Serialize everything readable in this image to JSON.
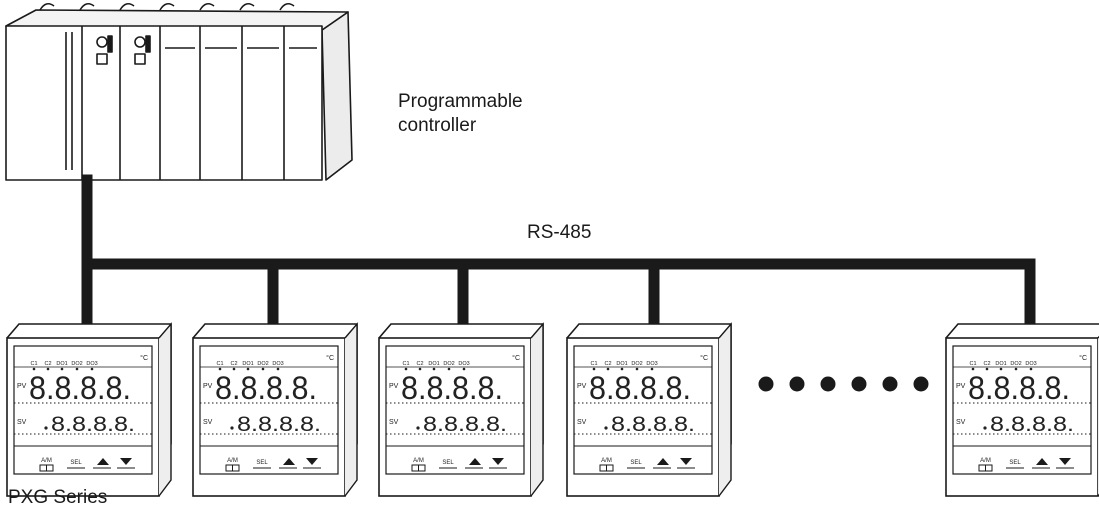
{
  "plc": {
    "label_line1": "Programmable",
    "label_line2": "controller"
  },
  "bus": {
    "label": "RS-485"
  },
  "series": {
    "label": "PXG Series"
  },
  "controller_face": {
    "unit": "°C",
    "indicators": [
      "C1",
      "C2",
      "DO1",
      "DO2",
      "DO3"
    ],
    "pv_label": "PV",
    "sv_label": "SV",
    "pv_value": "8.8.8.8.",
    "sv_value": "8.8.8.8.",
    "keys": [
      "A/M",
      "SEL"
    ]
  },
  "controllers_shown": 5,
  "ellipsis_dots": 6
}
